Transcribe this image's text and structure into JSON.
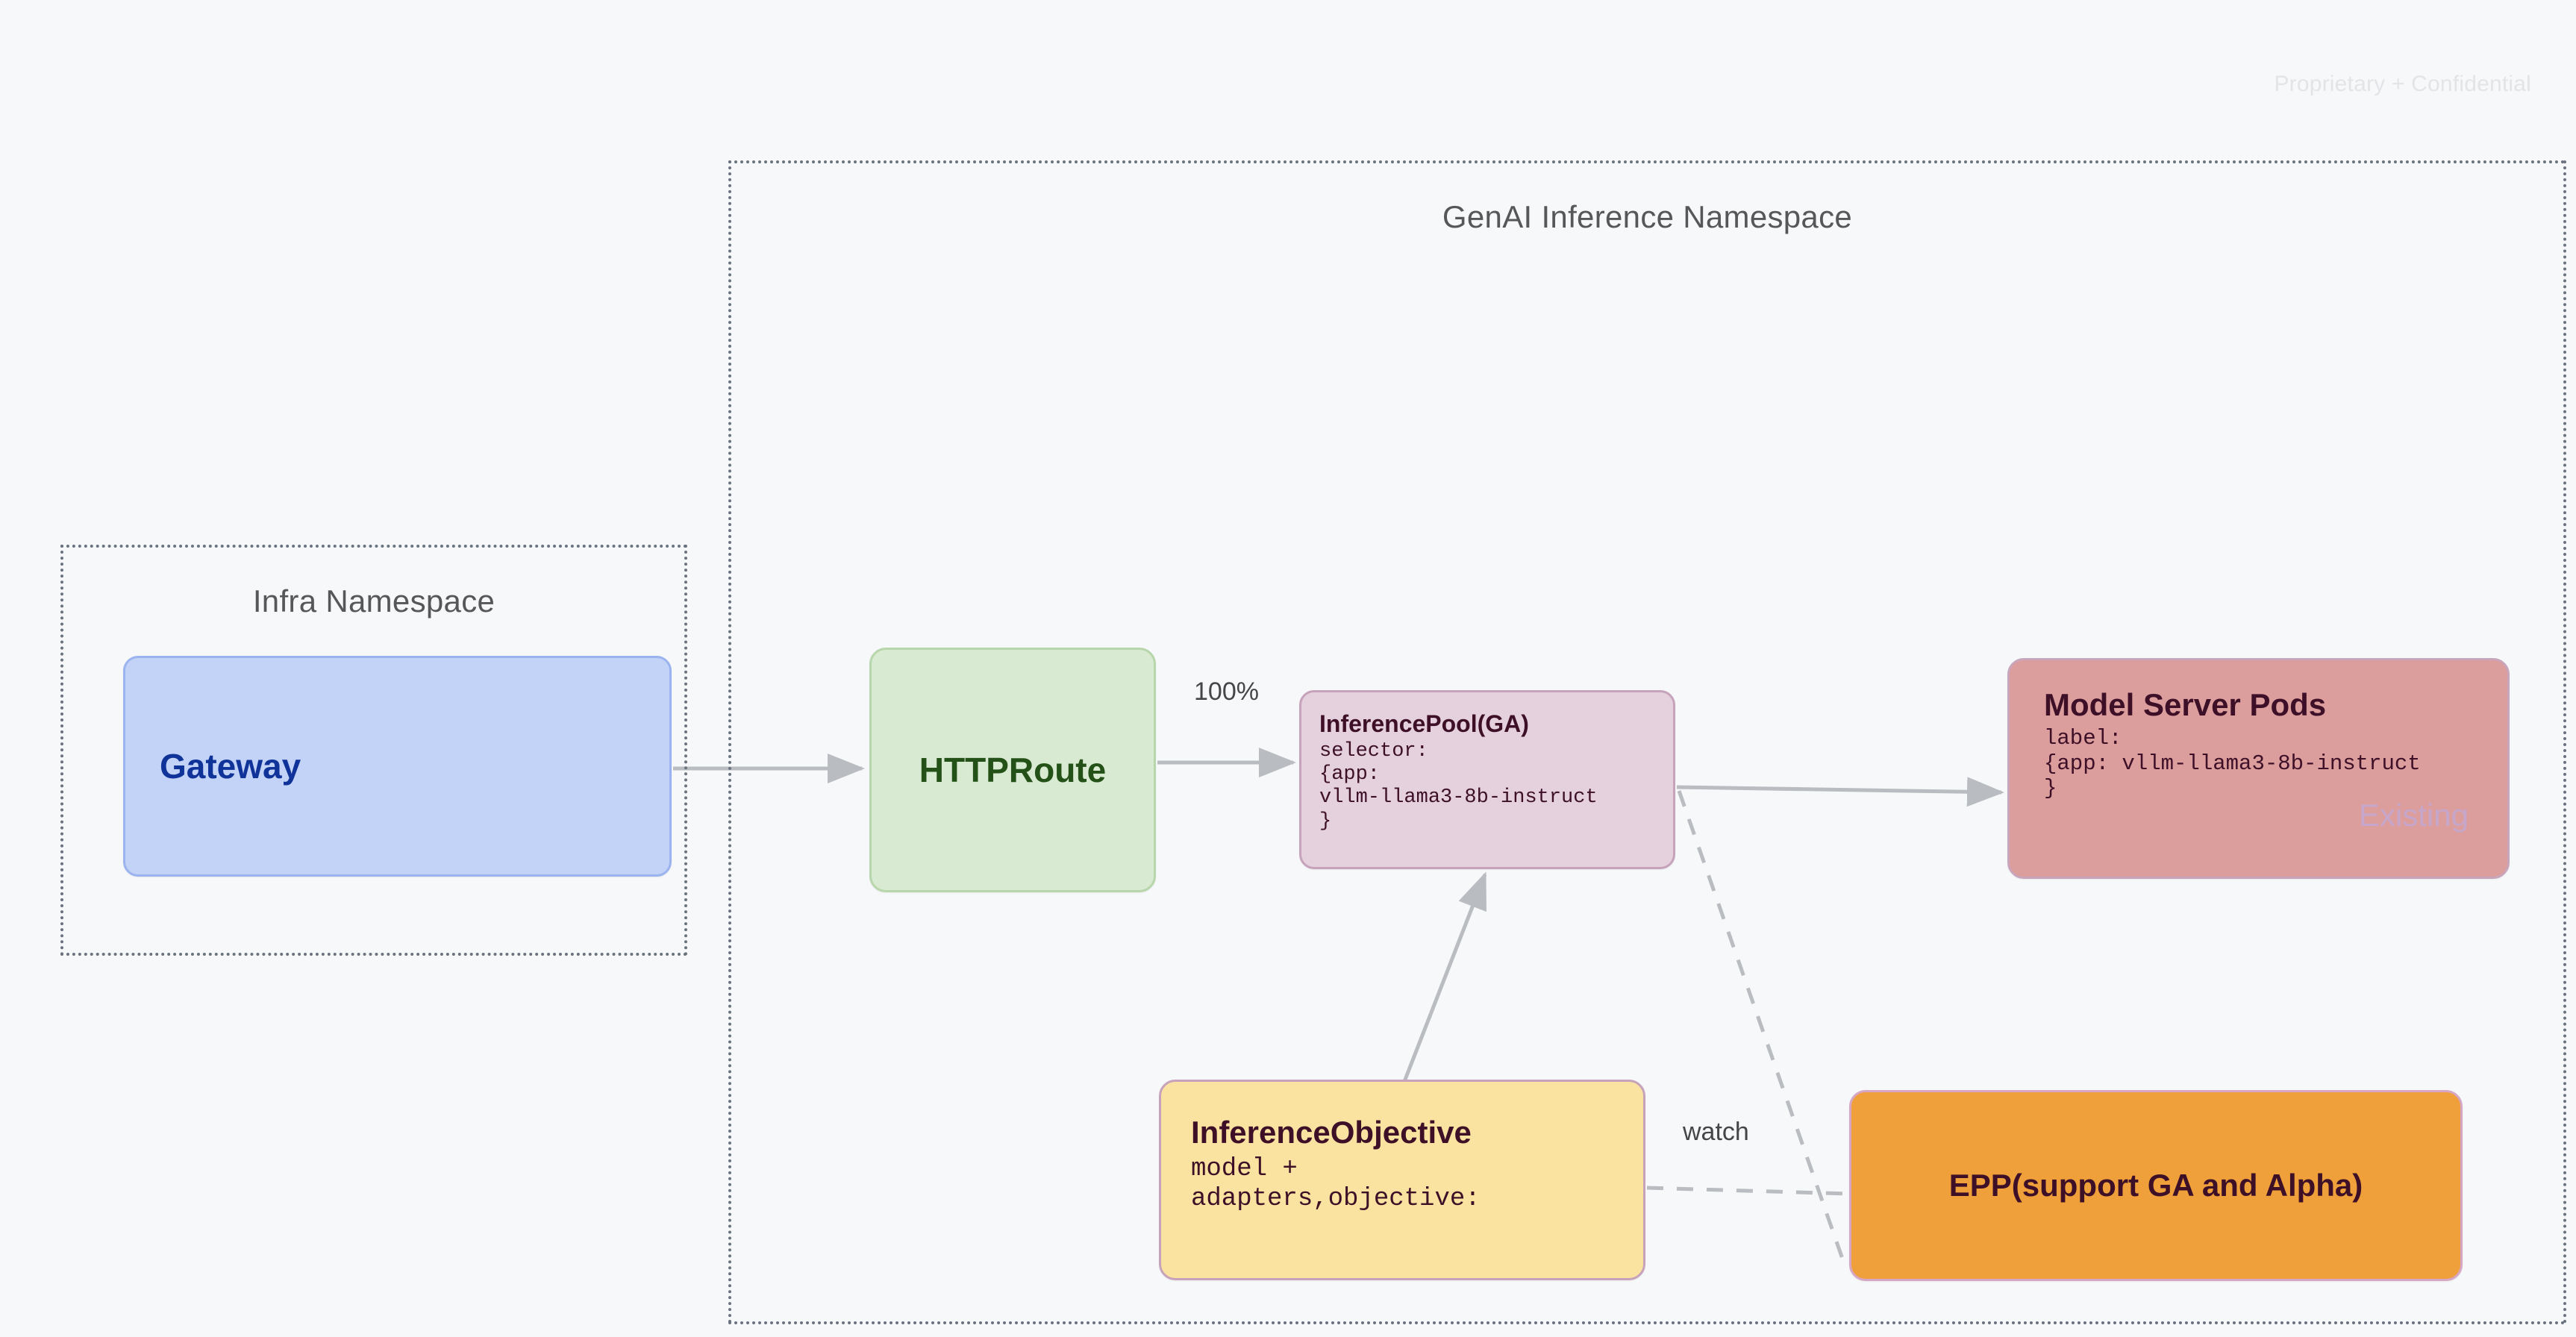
{
  "page": {
    "watermark": "Proprietary + Confidential",
    "background_color": "#f7f8fa"
  },
  "namespaces": [
    {
      "id": "infra",
      "label": "Infra Namespace",
      "border_style": "dotted",
      "border_color": "#6b7280"
    },
    {
      "id": "genai",
      "label": "GenAI Inference Namespace",
      "border_style": "dotted",
      "border_color": "#6b7280"
    }
  ],
  "nodes": {
    "gateway": {
      "title": "Gateway",
      "fill": "#c3d3f7",
      "border": "#9bb4ef",
      "text_color": "#10339a"
    },
    "httproute": {
      "title": "HTTPRoute",
      "fill": "#d9ead2",
      "border": "#b8d6ac",
      "text_color": "#245117"
    },
    "inferencepool": {
      "title": "InferencePool(GA)",
      "body": "selector:\n{app:\nvllm-llama3-8b-instruct\n}",
      "fill": "#e5d1de",
      "border": "#c6a3bb",
      "text_color": "#3d1028"
    },
    "modelserverpods": {
      "title": "Model Server Pods",
      "body": "label:\n{app: vllm-llama3-8b-instruct\n}",
      "tag": "Existing",
      "fill": "#dc9d9d",
      "border": "#c9a5bb",
      "text_color": "#3d1028",
      "tag_color": "#c6a7cb"
    },
    "inferenceobjective": {
      "title": "InferenceObjective",
      "body": "model +\nadapters,objective:",
      "fill": "#fae3a0",
      "border": "#c6a3bb",
      "text_color": "#3d1028"
    },
    "epp": {
      "title": "EPP(support GA and Alpha)",
      "fill": "#f0a03a",
      "border": "#d6a6c4",
      "text_color": "#3d1028"
    }
  },
  "edges": {
    "gateway_to_httproute": {
      "label": "",
      "style": "solid"
    },
    "httproute_to_inferencepool": {
      "label": "100%",
      "style": "solid"
    },
    "inferencepool_to_modelserverpods": {
      "label": "",
      "style": "solid"
    },
    "inferenceobjective_to_inferencepool": {
      "label": "",
      "style": "solid"
    },
    "inferenceobjective_to_epp": {
      "label": "watch",
      "style": "dashed"
    },
    "inferencepool_to_epp": {
      "label": "",
      "style": "dashed"
    }
  }
}
